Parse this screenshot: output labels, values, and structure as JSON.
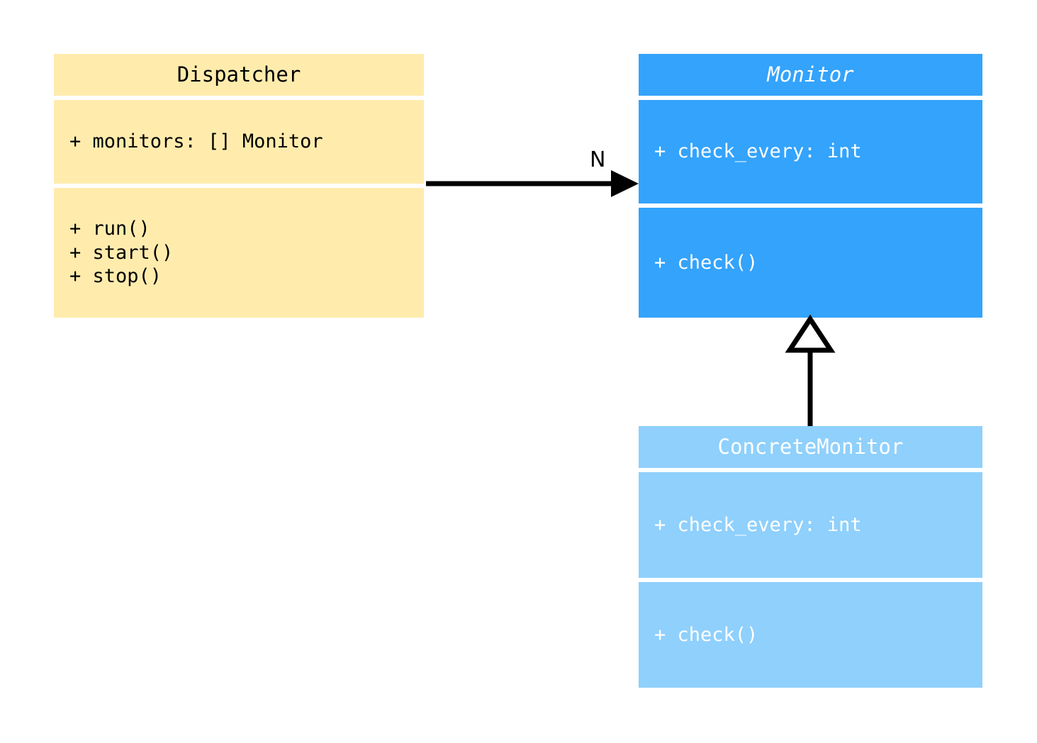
{
  "diagram": {
    "type": "uml-class-diagram",
    "background_color": "#ffffff"
  },
  "classes": [
    {
      "id": "dispatcher",
      "name": "Dispatcher",
      "abstract": false,
      "fill_color": "#ffecad",
      "text_color": "#000000",
      "attributes": [
        "+ monitors: [] Monitor"
      ],
      "methods": [
        "+ run()",
        "+ start()",
        "+ stop()"
      ]
    },
    {
      "id": "monitor",
      "name": "Monitor",
      "abstract": true,
      "fill_color": "#33a3fc",
      "text_color": "#ffffff",
      "attributes": [
        "+ check_every: int"
      ],
      "methods": [
        "+ check()"
      ]
    },
    {
      "id": "concrete_monitor",
      "name": "ConcreteMonitor",
      "abstract": false,
      "fill_color": "#8fd0fc",
      "text_color": "#ffffff",
      "attributes": [
        "+ check_every: int"
      ],
      "methods": [
        "+ check()"
      ]
    }
  ],
  "relationships": [
    {
      "id": "dispatcher-to-monitor",
      "kind": "association",
      "from": "Dispatcher",
      "to": "Monitor",
      "label": "N",
      "arrow": "solid-filled-arrowhead",
      "line_color": "#000000"
    },
    {
      "id": "concretemonitor-to-monitor",
      "kind": "generalization",
      "from": "ConcreteMonitor",
      "to": "Monitor",
      "label": "",
      "arrow": "hollow-triangle",
      "line_color": "#000000"
    }
  ]
}
